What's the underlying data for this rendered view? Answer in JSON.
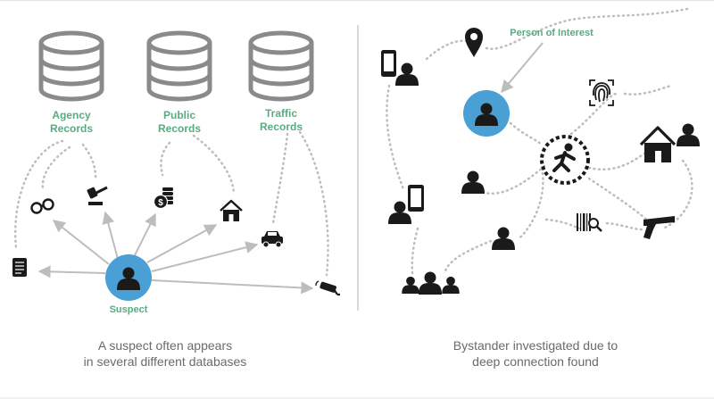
{
  "left_panel": {
    "databases": [
      {
        "line1": "Agency",
        "line2": "Records"
      },
      {
        "line1": "Public",
        "line2": "Records"
      },
      {
        "line1": "Traffic",
        "line2": "Records"
      }
    ],
    "suspect_label": "Suspect",
    "caption_line1": "A suspect often appears",
    "caption_line2": "in several different databases",
    "icons": [
      "document-icon",
      "handcuffs-icon",
      "gavel-icon",
      "coins-icon",
      "house-icon",
      "car-icon",
      "security-camera-icon"
    ]
  },
  "right_panel": {
    "person_of_interest_label": "Person of Interest",
    "caption_line1": "Bystander investigated due to",
    "caption_line2": "deep connection found",
    "icons": [
      "phone-person-icon",
      "location-pin-icon",
      "fingerprint-icon",
      "running-person-icon",
      "house-person-icon",
      "person-icon",
      "person-tablet-icon",
      "barcode-search-icon",
      "handgun-icon",
      "crowd-icon"
    ]
  },
  "colors": {
    "accent_green": "#5aaa82",
    "node_blue": "#4a9fd4",
    "icon_dark": "#1a1a1a",
    "database_gray": "#8a8a8a",
    "connector_gray": "#bdbdbd",
    "caption_gray": "#6a6a6a"
  }
}
